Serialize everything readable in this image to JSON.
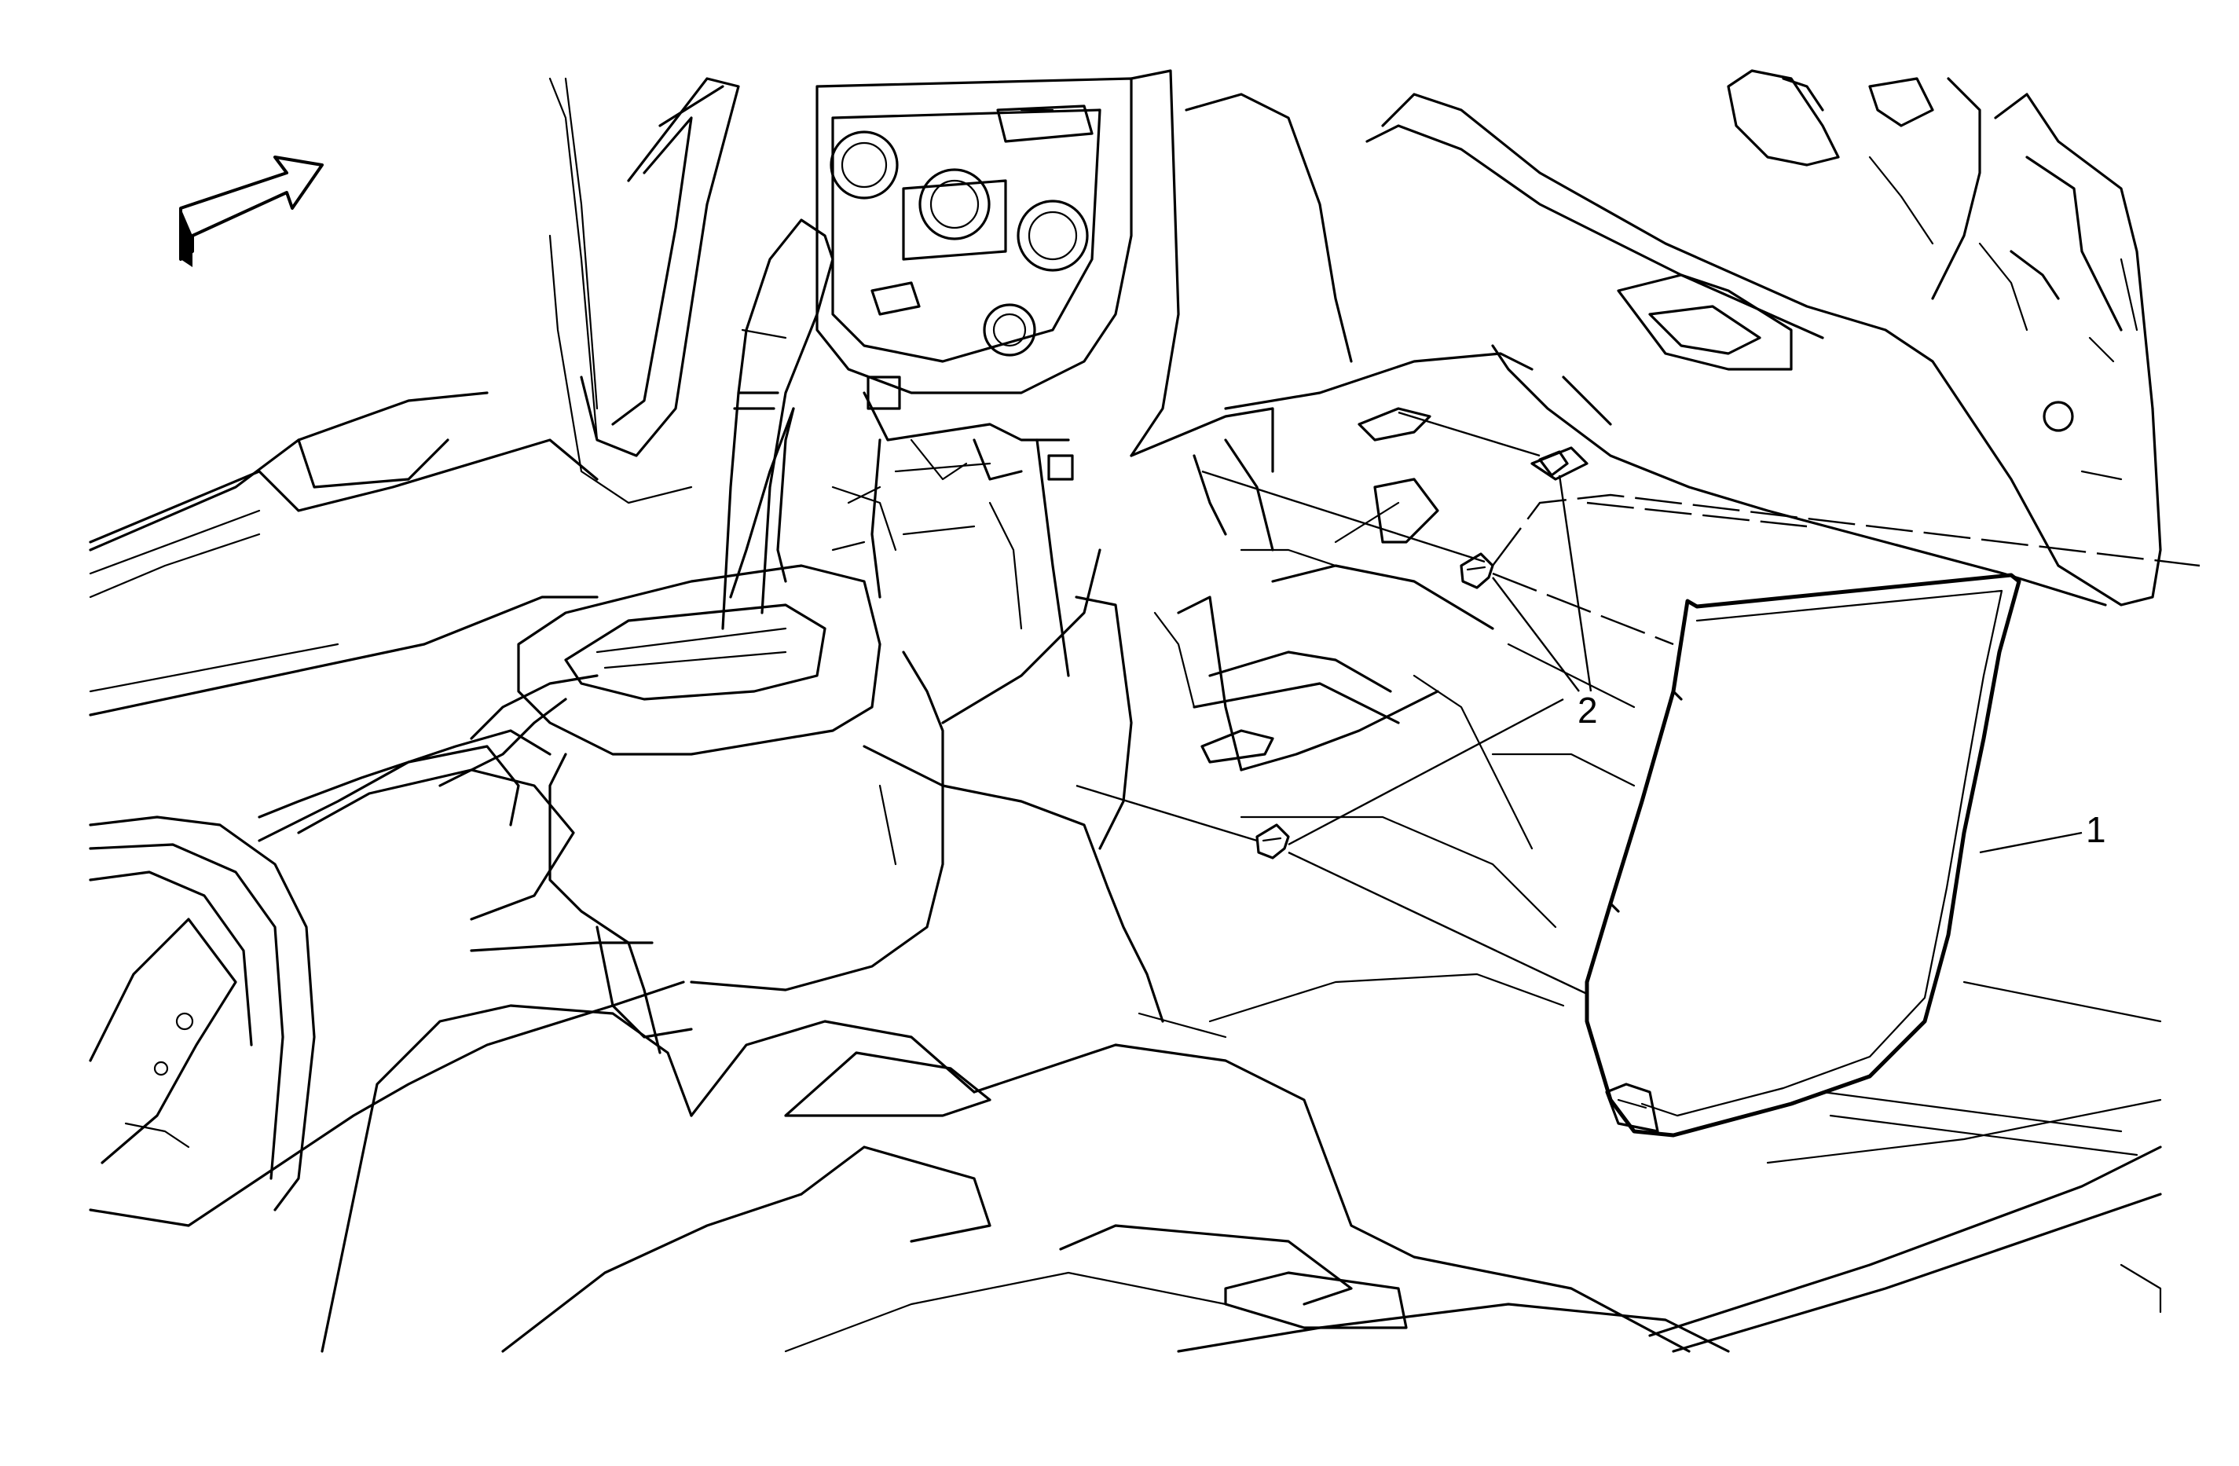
{
  "callouts": [
    {
      "id": "1",
      "label": "1"
    },
    {
      "id": "2",
      "label": "2"
    }
  ],
  "icons": {
    "direction": "forward-arrow-icon"
  },
  "colors": {
    "line": "#000000",
    "background": "#ffffff"
  }
}
